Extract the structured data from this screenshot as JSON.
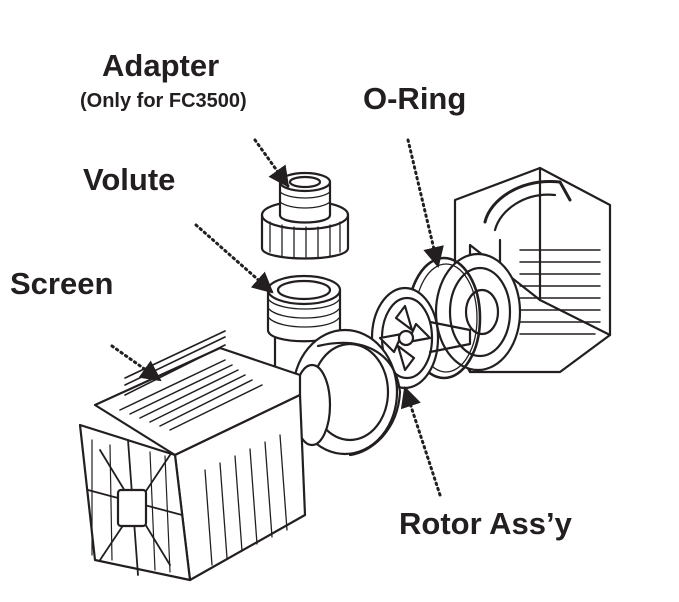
{
  "labels": {
    "adapter": "Adapter",
    "adapter_note": "(Only for FC3500)",
    "oring": "O-Ring",
    "volute": "Volute",
    "screen": "Screen",
    "rotor": "Rotor Ass’y"
  },
  "colors": {
    "ink": "#231f20",
    "background": "#ffffff"
  }
}
